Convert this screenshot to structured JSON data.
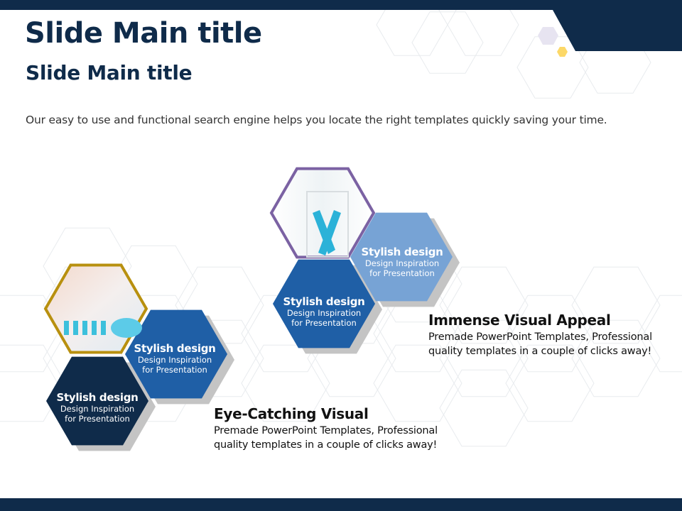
{
  "slide": {
    "title": "Slide Main title",
    "subtitle": "Slide Main title",
    "description": "Our easy to use and functional search engine helps you locate the right templates quickly  saving your time."
  },
  "hexagons": [
    {
      "title": "Stylish design",
      "line1": "Design Inspiration",
      "line2": "for Presentation",
      "color": "#0f2b4a"
    },
    {
      "title": "Stylish design",
      "line1": "Design Inspiration",
      "line2": "for Presentation",
      "color": "#1f5fa6"
    },
    {
      "title": "Stylish design",
      "line1": "Design Inspiration",
      "line2": "for Presentation",
      "color": "#1f5fa6"
    },
    {
      "title": "Stylish design",
      "line1": "Design Inspiration",
      "line2": "for Presentation",
      "color": "#77a3d5"
    }
  ],
  "features": [
    {
      "title": "Eye-Catching Visual",
      "text": "Premade PowerPoint Templates, Professional quality templates in a couple of clicks away!"
    },
    {
      "title": "Immense Visual Appeal",
      "text": "Premade PowerPoint Templates, Professional quality templates in a couple of clicks away!"
    }
  ],
  "colors": {
    "navy": "#0f2b4a",
    "gold": "#b8900f",
    "purple": "#7b62a3",
    "shadow": "#c4c4c4"
  }
}
